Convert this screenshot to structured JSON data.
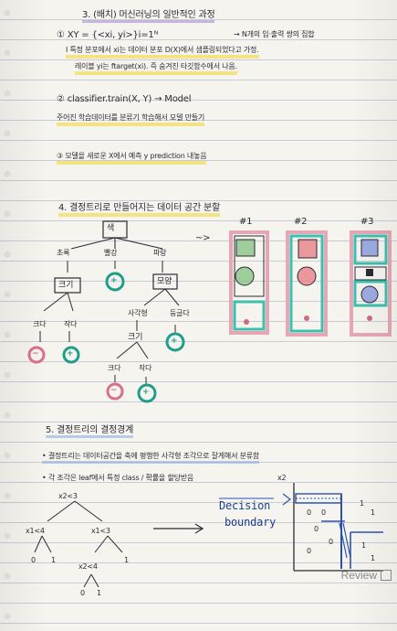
{
  "section3": {
    "title": "3. (배치) 머신러닝의 일반적인 과정",
    "step1_formula": "① XY = {<xi, yi>}i=1ᴺ",
    "step1_arrow_note": "→ N개의 입·출력 쌍의 집합",
    "step1_line2": "I 특정 분포에서 xi는 데이터 분포 D(X)에서 샘플링되었다고 가정.",
    "step1_line3": "레이블 yi는 ftarget(xi). 즉 숨겨진 타깃함수에서 나옴.",
    "step2_formula": "② classifier.train(X, Y) → Model",
    "step2_line": "주어진 학습데이터를 분류기 학습해서 모델 만들기",
    "step3_line": "③ 모델을 새로운 X에서 예측 y prediction 내놓음"
  },
  "section4": {
    "title": "4. 결정트리로 만들어지는 데이터 공간 분할",
    "root": "색",
    "branches": [
      "초록",
      "빨강",
      "파랑"
    ],
    "node_size": "크기",
    "node_shape": "모양",
    "leaf_big": "크다",
    "leaf_small": "작다",
    "shape_square": "사각형",
    "shape_circle": "둥글다",
    "plus": "+",
    "minus": "−",
    "arrow_to": "~>",
    "groups": [
      "#1",
      "#2",
      "#3"
    ]
  },
  "section5": {
    "title": "5. 결정트리의 결정경계",
    "bullet1": "• 결정트리는 데이터공간을 축에 평행한 사각형 조각으로 잘게해서 분류함",
    "bullet2": "• 각 조각은 leaf에서 특정 class / 확률을 할당받음",
    "tree_root": "x2<3",
    "tree_left": "x1<4",
    "tree_right": "x1<3",
    "tree_deep": "x2<4",
    "leaf0": "0",
    "leaf1": "1",
    "decision_label_1": "Decision",
    "decision_label_2": "boundary",
    "axis_x2": "x2"
  },
  "ui": {
    "review_label": "Review"
  }
}
